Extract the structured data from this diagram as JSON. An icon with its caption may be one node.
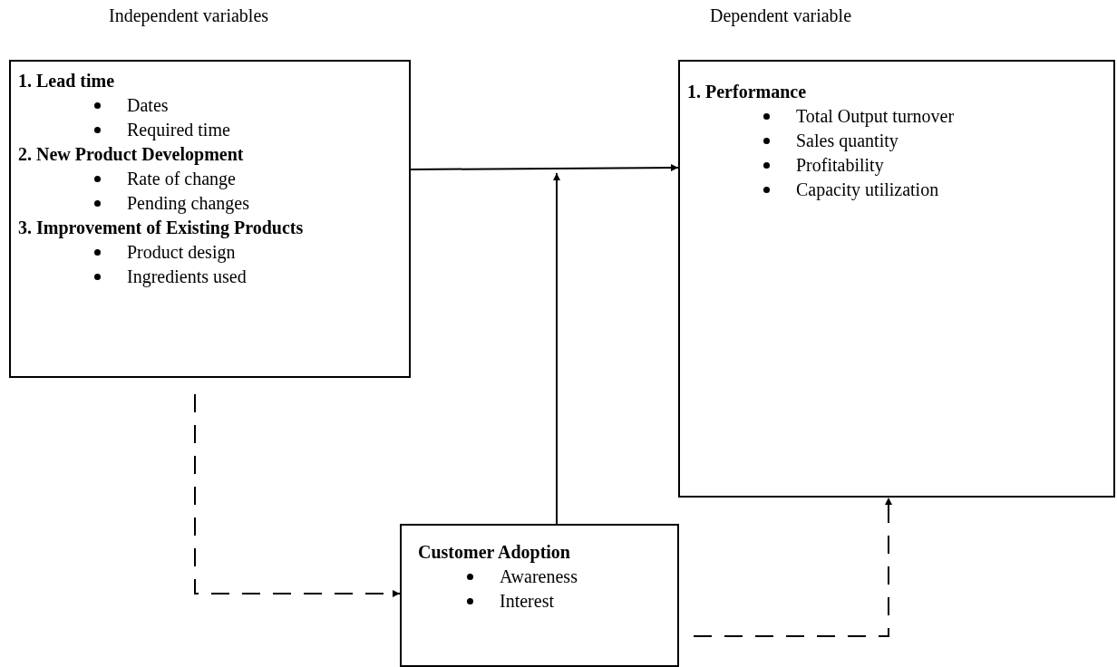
{
  "diagram": {
    "nodes": [
      {
        "text": [
          "1. Lead time",
          "Dates",
          "Required time",
          "2. New Product Development",
          "Rate of change",
          "Pending changes",
          "3. Improvement of Existing Products",
          "Product design",
          "Ingredients used"
        ]
      },
      {
        "text": [
          "1. Performance",
          "Total Output turnover",
          "Sales quantity",
          "Profitability",
          "Capacity utilization"
        ]
      },
      {
        "text": [
          "Customer Adoption",
          "Awareness",
          "Interest"
        ]
      }
    ],
    "edges": [
      {
        "from": 0,
        "to": 1,
        "arrow": "to"
      },
      {
        "from": 2,
        "to": null,
        "arrow": "to"
      },
      {
        "from": 0,
        "to": 2,
        "arrow": "to",
        "style": "dashed"
      },
      {
        "from": 2,
        "to": 1,
        "arrow": "to",
        "style": "dashed"
      }
    ],
    "labels": [
      "Independent variables",
      "Dependent variable"
    ]
  }
}
